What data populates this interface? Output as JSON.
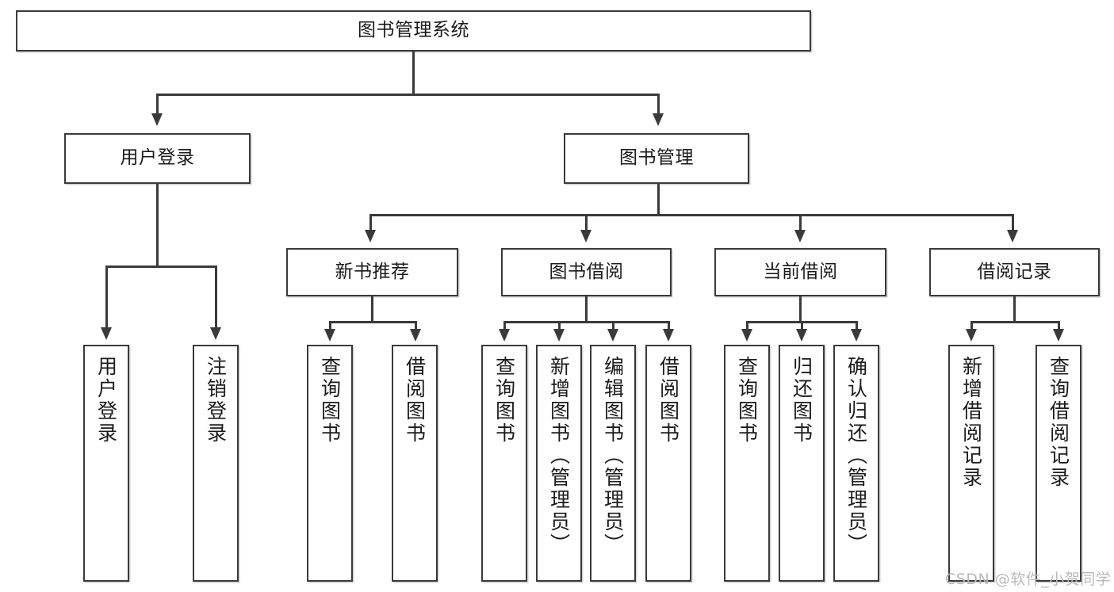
{
  "diagram": {
    "type": "tree-hierarchy",
    "title": "图书管理系统",
    "root": {
      "label": "图书管理系统"
    },
    "level2": [
      {
        "label": "用户登录"
      },
      {
        "label": "图书管理"
      }
    ],
    "level3": [
      {
        "label": "新书推荐"
      },
      {
        "label": "图书借阅"
      },
      {
        "label": "当前借阅"
      },
      {
        "label": "借阅记录"
      }
    ],
    "leaves": {
      "user_login": [
        {
          "label": "用户登录"
        },
        {
          "label": "注销登录"
        }
      ],
      "new_book_recommend": [
        {
          "label": "查询图书"
        },
        {
          "label": "借阅图书"
        }
      ],
      "book_borrow": [
        {
          "label": "查询图书"
        },
        {
          "label": "新增图书（管理员）"
        },
        {
          "label": "编辑图书（管理员）"
        },
        {
          "label": "借阅图书"
        }
      ],
      "current_borrow": [
        {
          "label": "查询图书"
        },
        {
          "label": "归还图书"
        },
        {
          "label": "确认归还（管理员）"
        }
      ],
      "borrow_record": [
        {
          "label": "新增借阅记录"
        },
        {
          "label": "查询借阅记录"
        }
      ]
    }
  },
  "watermark": {
    "text": "CSDN @软件_小贺同学"
  },
  "colors": {
    "stroke": "#3a3a3a",
    "background": "#ffffff",
    "text": "#1b1b1b",
    "watermark": "#b9b9b9"
  }
}
